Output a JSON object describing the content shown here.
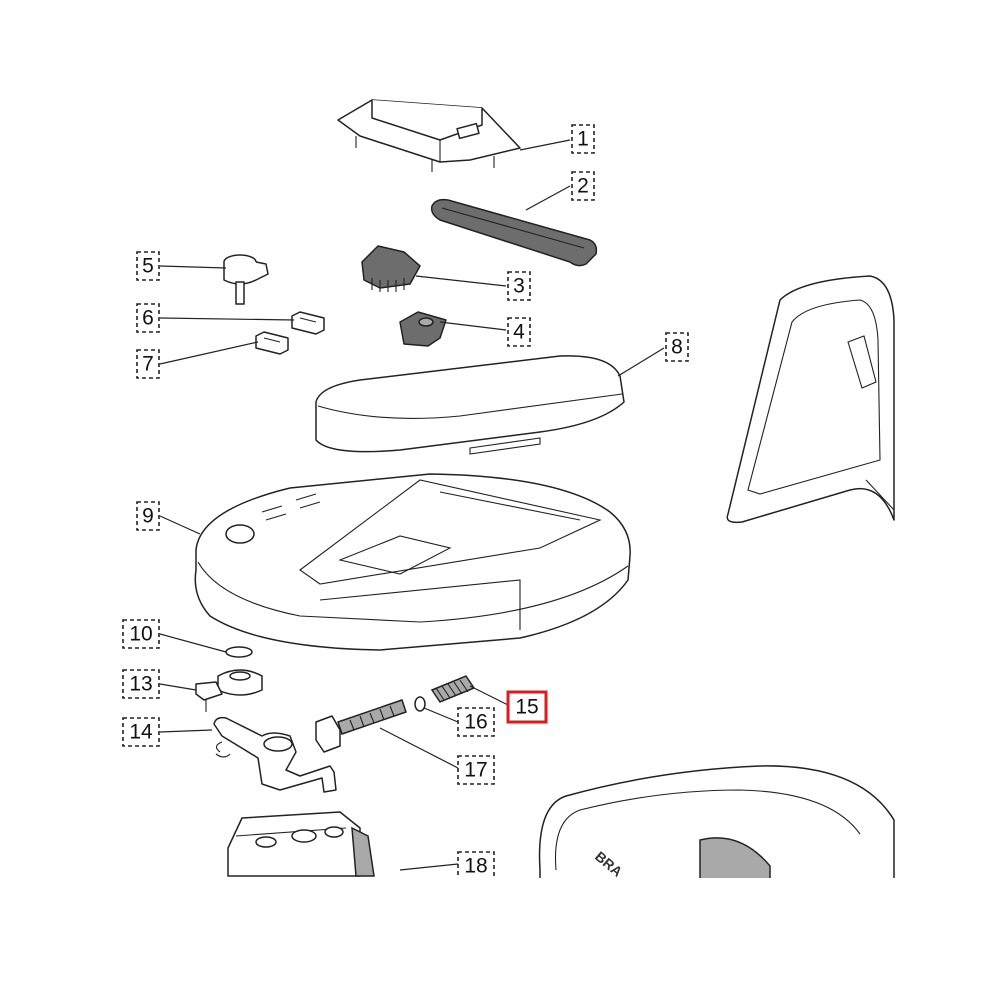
{
  "labels": [
    {
      "id": "1",
      "text": "1"
    },
    {
      "id": "2",
      "text": "2"
    },
    {
      "id": "3",
      "text": "3"
    },
    {
      "id": "4",
      "text": "4"
    },
    {
      "id": "5",
      "text": "5"
    },
    {
      "id": "6",
      "text": "6"
    },
    {
      "id": "7",
      "text": "7"
    },
    {
      "id": "8",
      "text": "8"
    },
    {
      "id": "9",
      "text": "9"
    },
    {
      "id": "10",
      "text": "10"
    },
    {
      "id": "13",
      "text": "13"
    },
    {
      "id": "14",
      "text": "14"
    },
    {
      "id": "15",
      "text": "15",
      "highlighted": true
    },
    {
      "id": "16",
      "text": "16"
    },
    {
      "id": "17",
      "text": "17"
    },
    {
      "id": "18",
      "text": "18"
    }
  ],
  "brand_fragment": "BRA",
  "colors": {
    "highlight": "#e01b1b",
    "line": "#222222",
    "dark_part": "#6d6d6d"
  }
}
